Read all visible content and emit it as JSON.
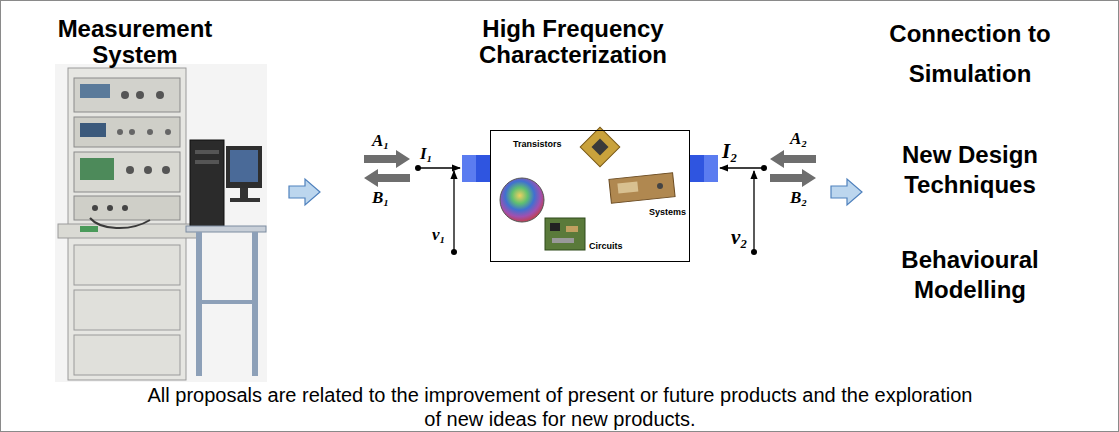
{
  "diagram": {
    "caption": "All proposals are related to the improvement of present or future products and the exploration of new ideas for new products.",
    "nodes": [
      {
        "text": [
          "Transistors",
          "Systems",
          "Circuits"
        ]
      }
    ],
    "edges": [],
    "labels": [
      "Measurement System",
      "High Frequency Characterization",
      "Connection to Simulation",
      "New Design Techniques",
      "Behavioural Modelling",
      "A₁",
      "B₁",
      "I₁",
      "v₁",
      "I₂",
      "v₂",
      "A₂",
      "B₂"
    ]
  }
}
